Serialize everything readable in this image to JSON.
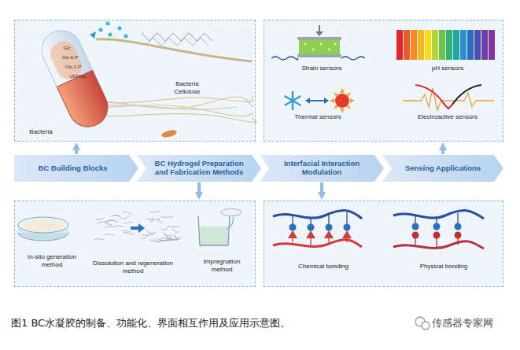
{
  "diagram": {
    "caption": "图1 BC水凝胶的制备、功能化、界面相互作用及应用示意图。",
    "nodes": [
      {
        "text": [
          "Bacteria",
          "Bacteria Cellulose"
        ]
      },
      {
        "text": [
          "Strain sensors",
          "pH sensors",
          "Thermal sensors",
          "Electroactive sensors"
        ]
      },
      {
        "text": [
          "BC Building Blocks"
        ]
      },
      {
        "text": [
          "BC Hydrogel Preparation and Fabrication Methods"
        ]
      },
      {
        "text": [
          "Interfacial Interaction Modulation"
        ]
      },
      {
        "text": [
          "Sensing Applications"
        ]
      },
      {
        "text": [
          "In-situ generation method",
          "Dissolution and regeneration method",
          "Impregnation method"
        ]
      },
      {
        "text": [
          "Chemical bonding",
          "Physical bonding"
        ]
      }
    ],
    "edges": [
      {
        "from": 2,
        "to": 0,
        "arrow": "to"
      },
      {
        "from": 5,
        "to": 1,
        "arrow": "to"
      },
      {
        "from": 3,
        "to": 6,
        "arrow": "to"
      },
      {
        "from": 4,
        "to": 7,
        "arrow": "to"
      }
    ],
    "labels": [
      "Glc",
      "Glc-6-P",
      "Glc-1-P",
      "UDPGlc",
      "传感器专家网"
    ]
  }
}
